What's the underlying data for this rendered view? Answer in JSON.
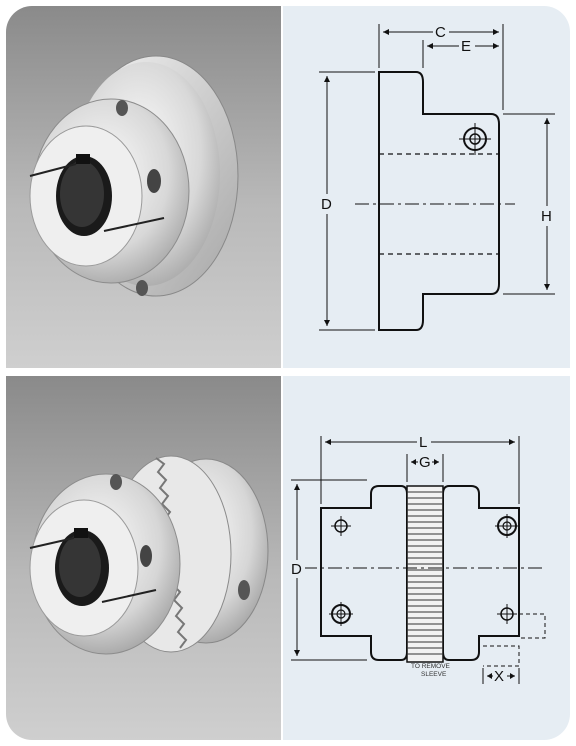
{
  "top_diagram": {
    "label_c": "C",
    "label_e": "E",
    "label_d": "D",
    "label_h": "H"
  },
  "bottom_diagram": {
    "label_l": "L",
    "label_g": "G",
    "label_d": "D",
    "label_x": "X",
    "note_line1": "TO REMOVE",
    "note_line2": "SLEEVE"
  },
  "colors": {
    "drawing_bg": "#e6edf3",
    "photo_bg": "#a8a8a8"
  }
}
